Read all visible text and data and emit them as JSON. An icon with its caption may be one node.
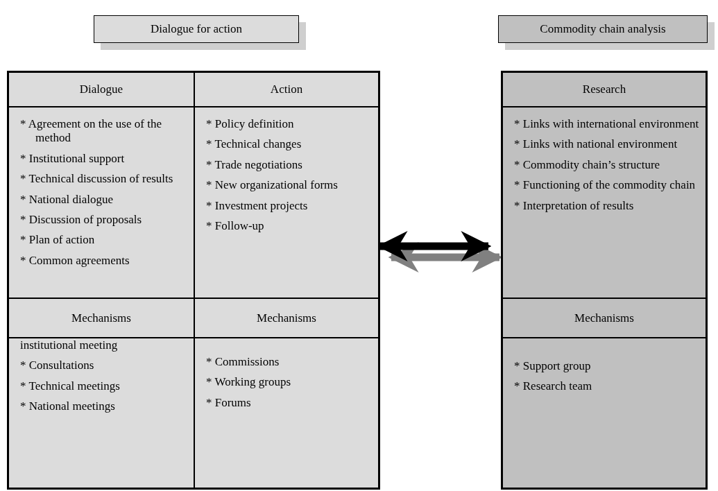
{
  "diagram": {
    "nodes": [
      {
        "text": [
          "Dialogue for action"
        ]
      },
      {
        "text": [
          "Commodity chain analysis"
        ]
      },
      {
        "text": [],
        "shape": "box"
      },
      {
        "text": [
          "Dialogue"
        ],
        "in": 2
      },
      {
        "text": [
          "Action"
        ],
        "in": 2
      },
      {
        "text": [
          "* Agreement on the use of the method",
          "* Institutional support",
          "* Technical discussion of results",
          "* National dialogue",
          "* Discussion of proposals",
          "* Plan of action",
          "* Common agreements"
        ],
        "in": 2
      },
      {
        "text": [
          "* Policy definition",
          "* Technical changes",
          "* Trade negotiations",
          "* New organizational forms",
          "* Investment projects",
          "* Follow-up"
        ],
        "in": 2
      },
      {
        "text": [
          "Mechanisms"
        ],
        "in": 2
      },
      {
        "text": [
          "Mechanisms"
        ],
        "in": 2
      },
      {
        "text": [
          "institutional meeting",
          "* Consultations",
          "* Technical meetings",
          "* National meetings"
        ],
        "in": 2
      },
      {
        "text": [
          "* Commissions",
          "* Working groups",
          "* Forums"
        ],
        "in": 2
      },
      {
        "text": [],
        "shape": "box"
      },
      {
        "text": [
          "Research"
        ],
        "in": 11
      },
      {
        "text": [
          "* Links with international environment",
          "* Links with national environment",
          "* Commodity chain’s structure",
          "* Functioning of the commodity chain",
          "* Interpretation of results"
        ],
        "in": 11
      },
      {
        "text": [
          "Mechanisms"
        ],
        "in": 11
      },
      {
        "text": [
          "* Support group",
          "* Research team"
        ],
        "in": 11
      }
    ],
    "edges": [
      {
        "from": 2,
        "to": 11,
        "arrow": "both"
      }
    ]
  }
}
